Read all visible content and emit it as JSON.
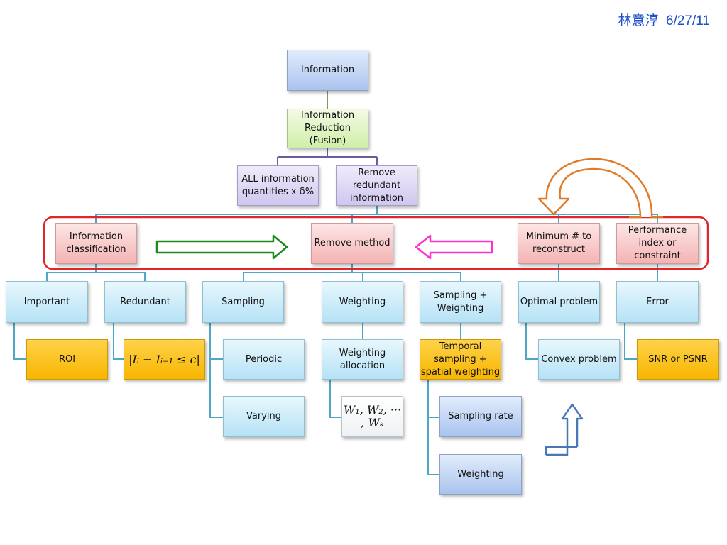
{
  "header": {
    "author": "林意淳",
    "date": "6/27/11"
  },
  "nodes": {
    "information": "Information",
    "reduction": "Information\nReduction\n(Fusion)",
    "all_info": "ALL information\nquantities x δ%",
    "remove_redundant": "Remove\nredundant\ninformation",
    "info_class": "Information\nclassification",
    "remove_method": "Remove method",
    "min_reconstruct": "Minimum # to\nreconstruct",
    "performance": "Performance\nindex or\nconstraint",
    "important": "Important",
    "redundant": "Redundant",
    "sampling": "Sampling",
    "weighting": "Weighting",
    "sampling_weighting": "Sampling +\nWeighting",
    "optimal": "Optimal problem",
    "error": "Error",
    "roi": "ROI",
    "redundancy_condition": "|Iᵢ − Iᵢ₋₁ ≤ ϵ|",
    "periodic": "Periodic",
    "weighting_alloc": "Weighting\nallocation",
    "temporal": "Temporal\nsampling +\nspatial weighting",
    "convex": "Convex  problem",
    "snr": "SNR or PSNR",
    "varying": "Varying",
    "weights": "W₁, W₂, ··· , Wₖ",
    "sampling_rate": "Sampling  rate",
    "weighting_leaf": "Weighting"
  },
  "colors": {
    "connector": "#4ea7c5",
    "connector_top": "#7b9d4e",
    "connector_mid": "#6a5c9e",
    "highlight": "#e0262b",
    "arrow_green": "#1a8a1a",
    "arrow_pink": "#ff33cc",
    "arrow_orange": "#e07b2a",
    "arrow_blue": "#4a78b5"
  }
}
